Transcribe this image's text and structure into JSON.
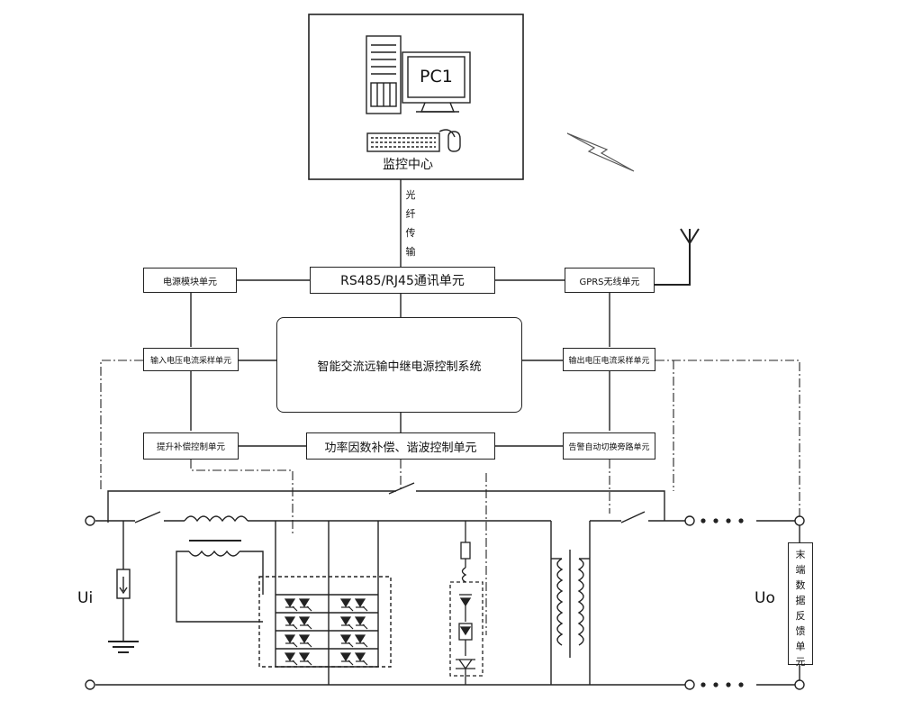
{
  "monitor": {
    "pc_label": "PC1",
    "center_label": "监控中心"
  },
  "fiber": {
    "chars": [
      "光",
      "纤",
      "传",
      "输"
    ]
  },
  "blocks": {
    "comm_unit": "RS485/RJ45通讯单元",
    "power_module": "电源模块单元",
    "gprs": "GPRS无线单元",
    "input_sampling": "输入电压电流采样单元",
    "control_system": "智能交流远输中继电源控制系统",
    "output_sampling": "输出电压电流采样单元",
    "boost_control": "提升补偿控制单元",
    "pf_harmonic": "功率因数补偿、谐波控制单元",
    "alarm_bypass": "告警自动切换旁路单元"
  },
  "terminals": {
    "input": "Ui",
    "output": "Uo"
  },
  "feedback": {
    "chars": [
      "末",
      "端",
      "数",
      "据",
      "反",
      "馈",
      "单",
      "元"
    ]
  },
  "colors": {
    "line": "#222222",
    "background": "#ffffff"
  }
}
